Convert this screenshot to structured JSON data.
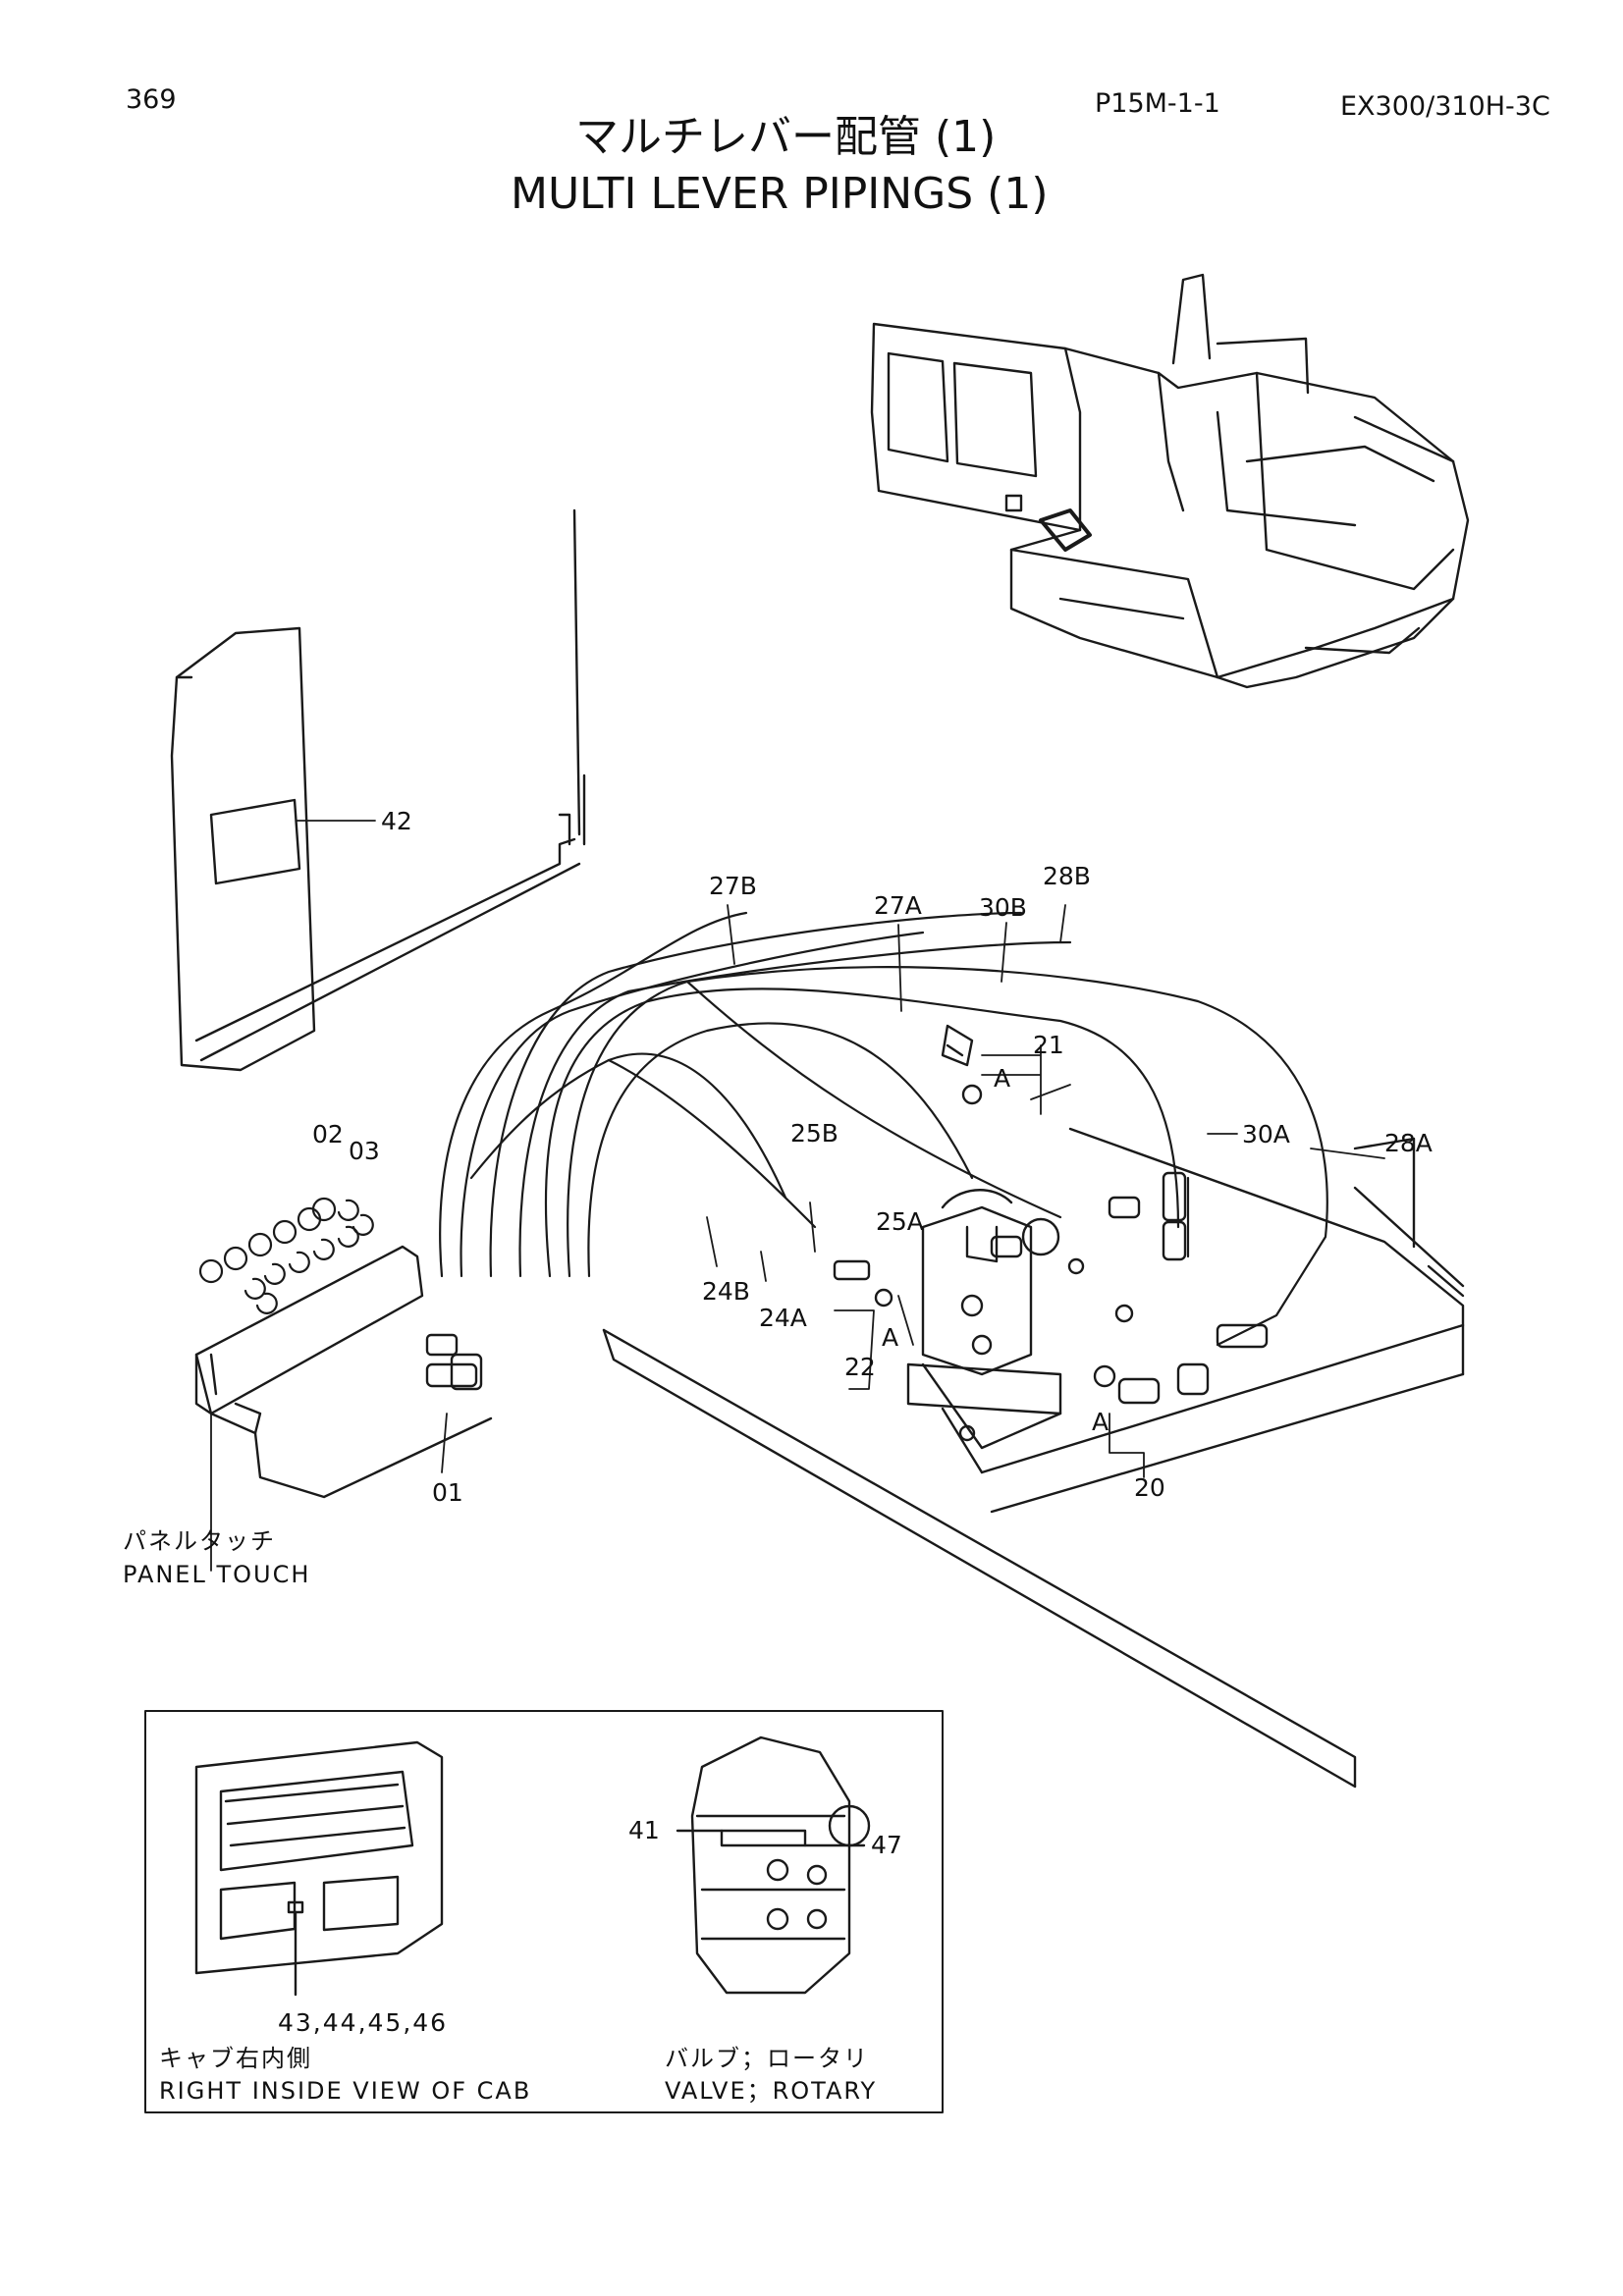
{
  "header": {
    "page_number": "369",
    "figure_code": "P15M-1-1",
    "model": "EX300/310H-3C",
    "title_jp": "マルチレバー配管 (1)",
    "title_en": "MULTI LEVER PIPINGS (1)"
  },
  "callouts": {
    "c42": "42",
    "c27B": "27B",
    "c27A": "27A",
    "c30B": "30B",
    "c28B": "28B",
    "c21": "21",
    "cA1": "A",
    "c28A": "28A",
    "c30A": "30A",
    "c25B": "25B",
    "c25A": "25A",
    "c02": "02",
    "c03": "03",
    "c24B": "24B",
    "c24A": "24A",
    "cA2": "A",
    "c22": "22",
    "c01": "01",
    "cA3": "A",
    "c20": "20",
    "c41": "41",
    "c47": "47",
    "c43_46": "43,44,45,46"
  },
  "captions": {
    "panel_touch_jp": "パネルタッチ",
    "panel_touch_en": "PANEL TOUCH",
    "cab_jp": "キャブ右内側",
    "cab_en": "RIGHT INSIDE VIEW OF CAB",
    "valve_jp": "バルブ；ロータリ",
    "valve_en": "VALVE；ROTARY"
  }
}
